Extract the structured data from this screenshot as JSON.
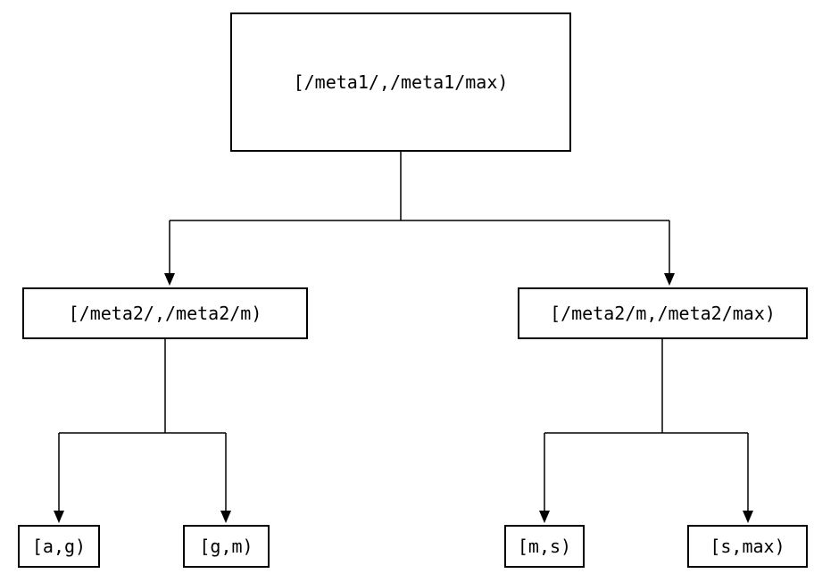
{
  "diagram": {
    "type": "tree",
    "root": {
      "label": "[/meta1/,/meta1/max)"
    },
    "level2": {
      "left": {
        "label": "[/meta2/,/meta2/m)"
      },
      "right": {
        "label": "[/meta2/m,/meta2/max)"
      }
    },
    "leaves": {
      "ag": {
        "label": "[a,g)"
      },
      "gm": {
        "label": "[g,m)"
      },
      "ms": {
        "label": "[m,s)"
      },
      "smax": {
        "label": "[s,max)"
      }
    }
  },
  "colors": {
    "line": "#000000",
    "box_border": "#000000",
    "background": "#ffffff"
  }
}
